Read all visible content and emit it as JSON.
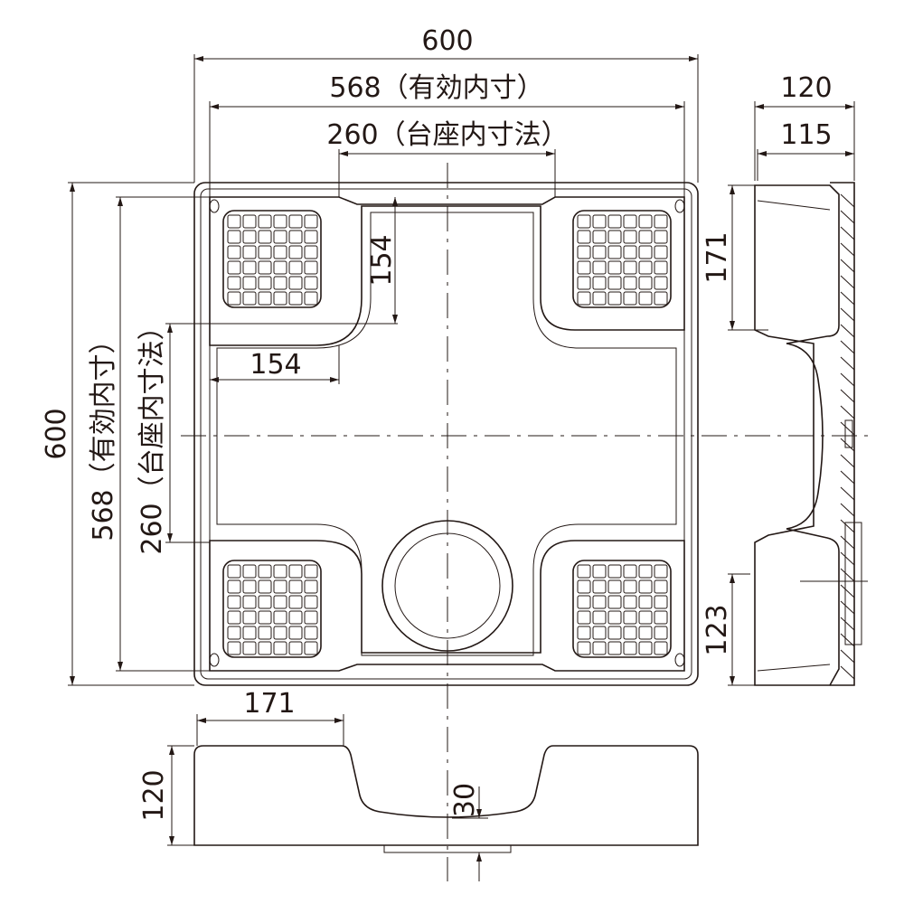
{
  "title": "洗濯機防水パン 寸法図",
  "colors": {
    "line": "#231815",
    "background": "#ffffff"
  },
  "dimensions": {
    "overall_width": "600",
    "effective_width": "568（有効内寸）",
    "base_width": "260（台座内寸法）",
    "overall_depth": "600",
    "effective_depth": "568（有効内寸）",
    "base_depth": "260（台座内寸法）",
    "pad_depth": "154",
    "pad_width": "154",
    "side_height": "120",
    "side_height_inner": "115",
    "side_pad_top": "171",
    "side_drain_offset": "123",
    "front_pad_width": "171",
    "front_height": "120",
    "drain_projection": "30"
  }
}
